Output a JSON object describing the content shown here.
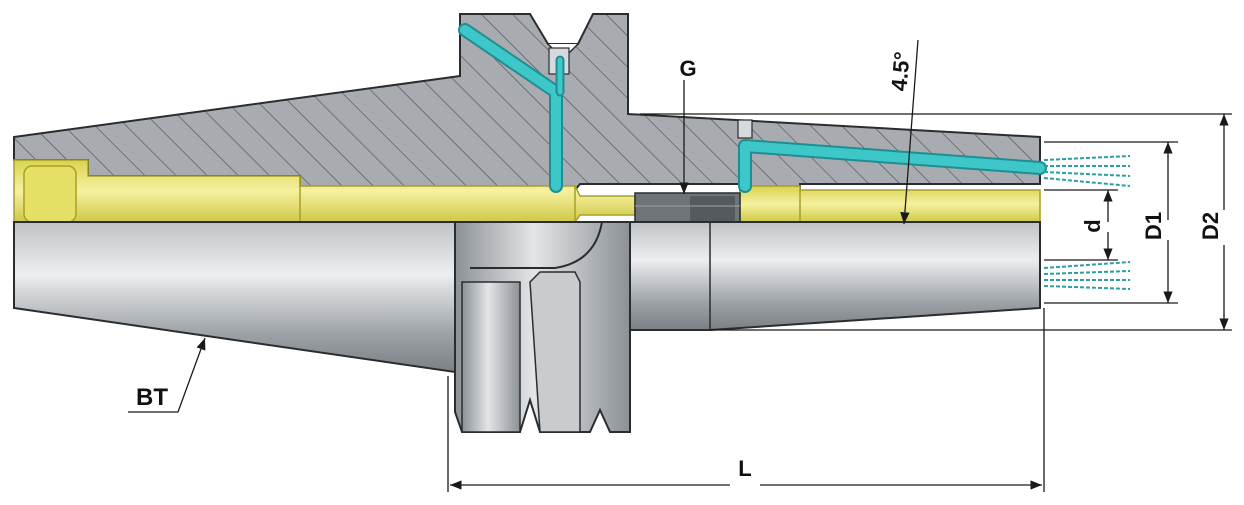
{
  "labels": {
    "G": "G",
    "angle": "4.5°",
    "d": "d",
    "D1": "D1",
    "D2": "D2",
    "BT": "BT",
    "L": "L"
  },
  "colors": {
    "body_fill": "#a8acb0",
    "hatch": "#4a4e52",
    "bore": "#ecea8a",
    "bore_edge": "#c7bf3a",
    "coolant": "#3ec7c9",
    "coolant_edge": "#1f8e92",
    "steel_light": "#e2e4e6",
    "steel_dark": "#7b8084",
    "dim": "#1a1a1a",
    "outline": "#2a2d30"
  }
}
